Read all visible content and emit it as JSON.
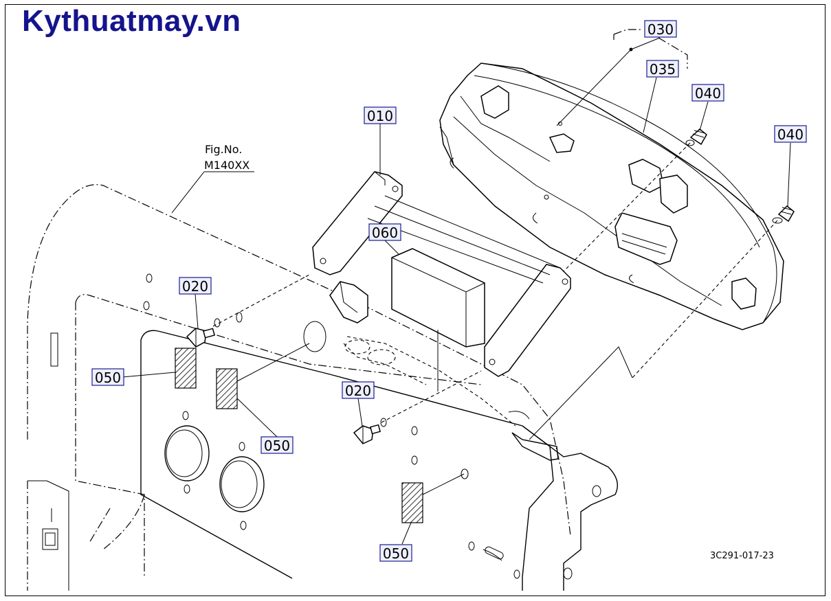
{
  "brand": "Kythuatmay.vn",
  "figure": {
    "line1": "Fig.No.",
    "line2": "M140XX"
  },
  "drawing_code": "3C291-017-23",
  "colors": {
    "brand": "#14148c",
    "label_box": "#eef0ff",
    "label_border": "#1a1a8c"
  },
  "labels": {
    "p030": "030",
    "p035": "035",
    "p040a": "040",
    "p040b": "040",
    "p010": "010",
    "p060": "060",
    "p020a": "020",
    "p020b": "020",
    "p050a": "050",
    "p050b": "050",
    "p050c": "050"
  }
}
